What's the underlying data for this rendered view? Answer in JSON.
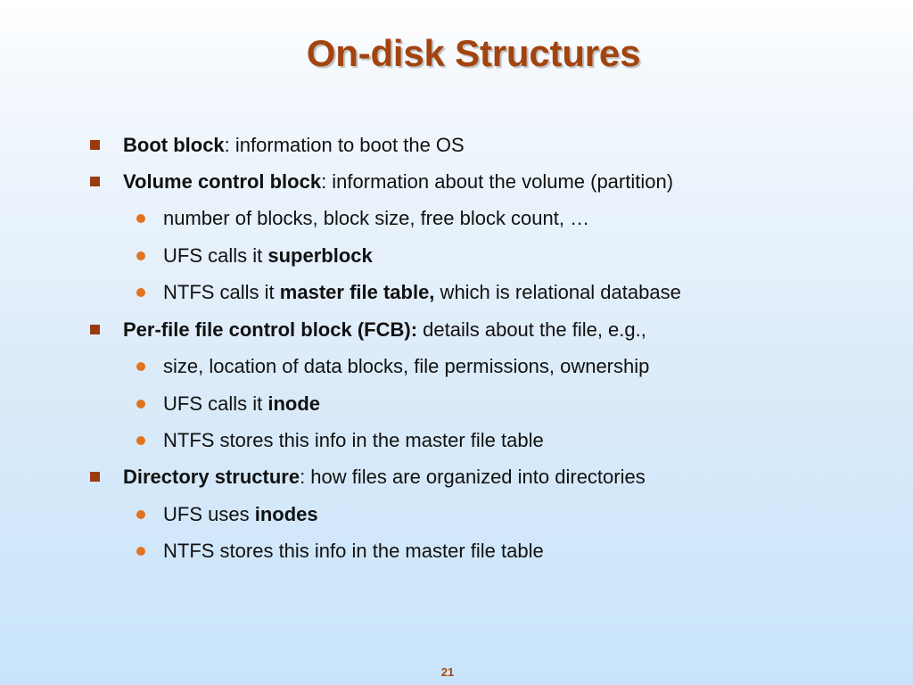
{
  "slide": {
    "title": "On-disk Structures",
    "page_number": "21",
    "colors": {
      "title": "#a3430e",
      "square_bullet": "#9a3a10",
      "round_bullet": "#e2731f",
      "page_number": "#b0440e"
    },
    "bullets": [
      {
        "level": 1,
        "bold": "Boot block",
        "rest": ": information to boot the OS"
      },
      {
        "level": 1,
        "bold": "Volume control block",
        "rest": ": information about the volume (partition)"
      },
      {
        "level": 2,
        "pre": "number of blocks, block size, free block count, …"
      },
      {
        "level": 2,
        "pre": "UFS calls it ",
        "bold": "superblock"
      },
      {
        "level": 2,
        "pre": "NTFS calls it ",
        "bold": "master file table,",
        "rest": " which is relational database"
      },
      {
        "level": 1,
        "bold": "Per-file file control block (FCB):",
        "rest": " details about the file, e.g.,"
      },
      {
        "level": 2,
        "pre": "size, location of data blocks, file permissions, ownership"
      },
      {
        "level": 2,
        "pre": "UFS calls it ",
        "bold": "inode"
      },
      {
        "level": 2,
        "pre": "NTFS stores this info in the master file table"
      },
      {
        "level": 1,
        "bold": "Directory structure",
        "rest": ": how files are organized into directories"
      },
      {
        "level": 2,
        "pre": "UFS uses ",
        "bold": "inodes"
      },
      {
        "level": 2,
        "pre": "NTFS stores this info in the master file table"
      }
    ]
  }
}
